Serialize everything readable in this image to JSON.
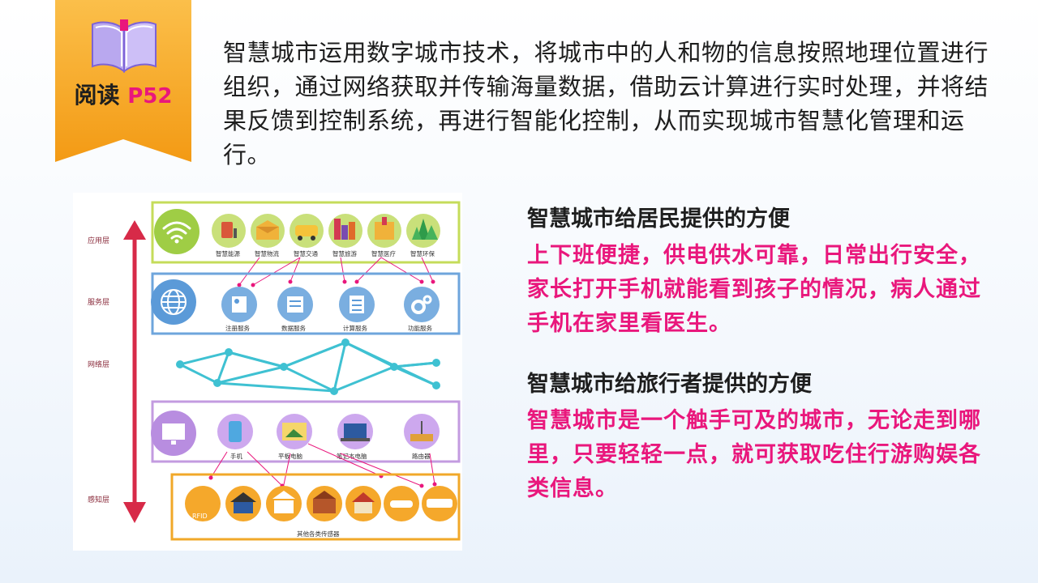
{
  "badge": {
    "label": "阅读",
    "page": "P52"
  },
  "intro": "智慧城市运用数字城市技术，将城市中的人和物的信息按照地理位置进行组织，通过网络获取并传输海量数据，借助云计算进行实时处理，并将结果反馈到控制系统，再进行智能化控制，从而实现城市智慧化管理和运行。",
  "diagram": {
    "layers": [
      "应用层",
      "服务层",
      "网络层",
      "感知层"
    ],
    "apps": [
      "智慧能源",
      "智慧物流",
      "智慧交通",
      "智慧旅游",
      "智慧医疗",
      "智慧环保"
    ],
    "services": [
      "注册服务",
      "数据服务",
      "计算服务",
      "功能服务"
    ],
    "devices": [
      "手机",
      "平板电脑",
      "笔记本电脑",
      "路由器"
    ],
    "rfid": "RFID",
    "sensors_caption": "其他各类传感器"
  },
  "residents": {
    "title": "智慧城市给居民提供的方便",
    "body": "上下班便捷，供电供水可靠，日常出行安全，家长打开手机就能看到孩子的情况，病人通过手机在家里看医生。"
  },
  "travelers": {
    "title": "智慧城市给旅行者提供的方便",
    "body": "智慧城市是一个触手可及的城市，无论走到哪里，只要轻轻一点，就可获取吃住行游购娱各类信息。"
  },
  "colors": {
    "accent": "#e9177c",
    "badge": "#f7a823"
  }
}
